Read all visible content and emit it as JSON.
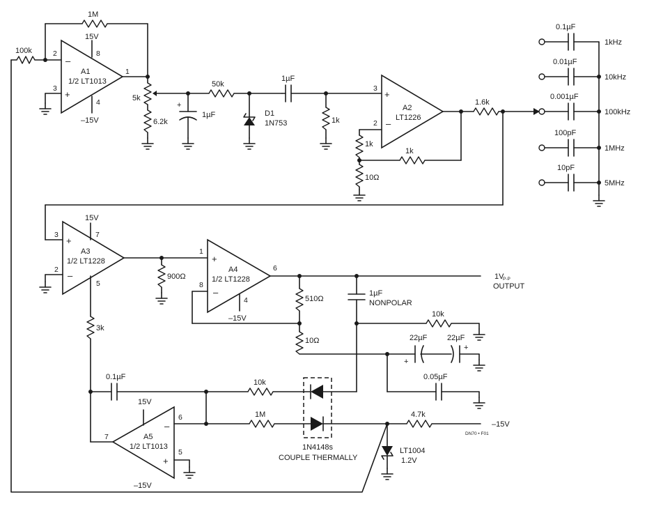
{
  "amplifiers": {
    "a1": {
      "name": "A1",
      "part": "1/2 LT1013",
      "pin_in_neg": "2",
      "pin_in_pos": "3",
      "pin_out": "1",
      "pin_vpos": "8",
      "pin_vneg": "4",
      "vpos": "15V",
      "vneg": "–15V"
    },
    "a2": {
      "name": "A2",
      "part": "LT1226",
      "pin_in_pos": "3",
      "pin_in_neg": "2"
    },
    "a3": {
      "name": "A3",
      "part": "1/2 LT1228",
      "pin_in_pos": "3",
      "pin_in_neg": "2",
      "pin_vpos": "7",
      "pin_bias": "5",
      "vpos": "15V"
    },
    "a4": {
      "name": "A4",
      "part": "1/2 LT1228",
      "pin_in_pos": "1",
      "pin_in_neg": "8",
      "pin_out": "6",
      "pin_vneg": "4",
      "vneg": "–15V"
    },
    "a5": {
      "name": "A5",
      "part": "1/2 LT1013",
      "pin_in_neg": "6",
      "pin_in_pos": "5",
      "pin_out": "7",
      "vpos": "15V",
      "vneg": "–15V"
    }
  },
  "components": {
    "r_1m_feedback": "1M",
    "r_100k": "100k",
    "pot_5k": "5k",
    "r_6k2": "6.2k",
    "c_1uf_filter": "1µF",
    "r_50k": "50k",
    "d1_name": "D1",
    "d1_part": "1N753",
    "c_1uf_coupling": "1µF",
    "r_1k_shunt": "1k",
    "r_1k_a2_neg": "1k",
    "r_1k_a2_fb": "1k",
    "r_10ohm_a2": "10Ω",
    "r_1k6": "1.6k",
    "r_900ohm": "900Ω",
    "r_510ohm": "510Ω",
    "r_10ohm_a4": "10Ω",
    "c_nonpolar_value": "1µF",
    "c_nonpolar_label": "NONPOLAR",
    "r_10k_out": "10k",
    "c_22uf_a": "22µF",
    "c_22uf_b": "22µF",
    "c_0_05uf": "0.05µF",
    "r_3k": "3k",
    "c_0_1uf_a5": "0.1µF",
    "r_10k_diode": "10k",
    "r_1m_a5": "1M",
    "r_4k7": "4.7k",
    "ref_part": "LT1004",
    "ref_voltage": "1.2V",
    "supply_neg": "–15V",
    "diodes_part": "1N4148s",
    "diodes_note": "COUPLE THERMALLY",
    "output_level": "1V",
    "output_sub": "P-P",
    "output_label": "OUTPUT",
    "drawing_code": "DN70 • F01"
  },
  "frequency_selector": [
    {
      "capacitor": "0.1µF",
      "frequency": "1kHz"
    },
    {
      "capacitor": "0.01µF",
      "frequency": "10kHz"
    },
    {
      "capacitor": "0.001µF",
      "frequency": "100kHz"
    },
    {
      "capacitor": "100pF",
      "frequency": "1MHz"
    },
    {
      "capacitor": "10pF",
      "frequency": "5MHz"
    }
  ]
}
